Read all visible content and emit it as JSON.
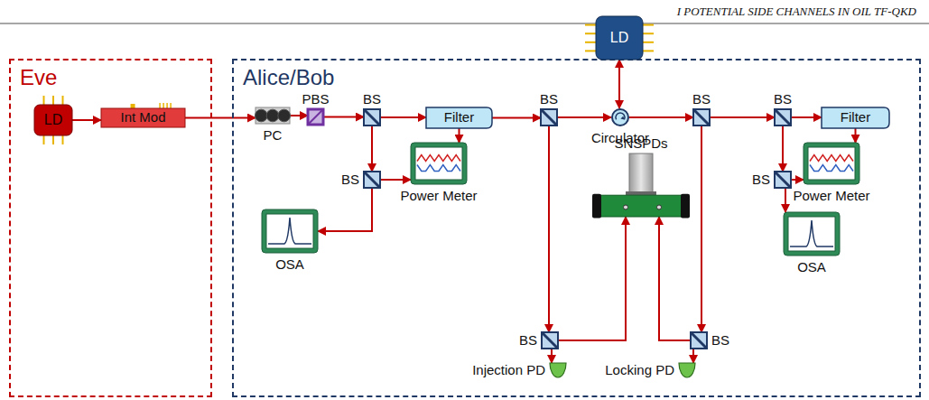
{
  "diagram": {
    "nodes": [
      {
        "text": [
          "Eve"
        ]
      },
      {
        "text": [
          "Alice/Bob"
        ]
      },
      {
        "text": [
          "LD"
        ],
        "in": 0
      },
      {
        "text": [
          "Int Mod"
        ],
        "in": 0
      },
      {
        "text": [
          "PC"
        ],
        "in": 1
      },
      {
        "text": [
          "PBS"
        ],
        "in": 1
      },
      {
        "text": [
          "BS"
        ],
        "in": 1
      },
      {
        "text": [
          "Filter"
        ],
        "in": 1
      },
      {
        "text": [
          "BS"
        ],
        "in": 1
      },
      {
        "text": [
          "LD"
        ],
        "in": 1
      },
      {
        "text": [
          "Circulator"
        ],
        "in": 1
      },
      {
        "text": [
          "BS"
        ],
        "in": 1
      },
      {
        "text": [
          "BS"
        ],
        "in": 1
      },
      {
        "text": [
          "Filter"
        ],
        "in": 1
      },
      {
        "text": [
          "BS"
        ],
        "in": 1
      },
      {
        "text": [
          "Power Meter"
        ],
        "in": 1
      },
      {
        "text": [
          "SNSPDs"
        ],
        "in": 1
      },
      {
        "text": [
          "BS"
        ],
        "in": 1
      },
      {
        "text": [
          "Power Meter"
        ],
        "in": 1
      },
      {
        "text": [
          "OSA"
        ],
        "in": 1
      },
      {
        "text": [
          "OSA"
        ],
        "in": 1
      },
      {
        "text": [
          "BS"
        ],
        "in": 1
      },
      {
        "text": [
          "BS"
        ],
        "in": 1
      },
      {
        "text": [
          "Injection PD"
        ],
        "in": 1
      },
      {
        "text": [
          "Locking PD"
        ],
        "in": 1
      }
    ],
    "edges": [
      {
        "from": 2,
        "to": 3,
        "arrow": "to"
      },
      {
        "from": 3,
        "to": 4,
        "arrow": "to"
      },
      {
        "from": 4,
        "to": 5,
        "arrow": "to"
      },
      {
        "from": 5,
        "to": 6,
        "arrow": "to"
      },
      {
        "from": 6,
        "to": 7,
        "arrow": "to"
      },
      {
        "from": 7,
        "to": 8,
        "arrow": "to"
      },
      {
        "from": 8,
        "to": 10,
        "arrow": "to"
      },
      {
        "from": 9,
        "to": 10,
        "arrow": "both"
      },
      {
        "from": 10,
        "to": 11,
        "arrow": "to"
      },
      {
        "from": 11,
        "to": 12,
        "arrow": "to"
      },
      {
        "from": 12,
        "to": 13,
        "arrow": "to"
      },
      {
        "from": 6,
        "to": 14,
        "arrow": "to"
      },
      {
        "from": 7,
        "to": 15,
        "arrow": "to"
      },
      {
        "from": 14,
        "to": 15,
        "arrow": "to"
      },
      {
        "from": 14,
        "to": 19,
        "arrow": "to"
      },
      {
        "from": 8,
        "to": 21,
        "arrow": "to"
      },
      {
        "from": 21,
        "to": 16,
        "arrow": "to"
      },
      {
        "from": 21,
        "to": 23,
        "arrow": "to"
      },
      {
        "from": 11,
        "to": 22,
        "arrow": "to"
      },
      {
        "from": 22,
        "to": 16,
        "arrow": "to"
      },
      {
        "from": 22,
        "to": 24,
        "arrow": "to"
      },
      {
        "from": 12,
        "to": 17,
        "arrow": "to"
      },
      {
        "from": 13,
        "to": 18,
        "arrow": "to"
      },
      {
        "from": 17,
        "to": 18,
        "arrow": "to"
      },
      {
        "from": 17,
        "to": 20,
        "arrow": "to"
      }
    ],
    "labels": [
      "I POTENTIAL SIDE CHANNELS IN OIL TF-QKD"
    ]
  }
}
